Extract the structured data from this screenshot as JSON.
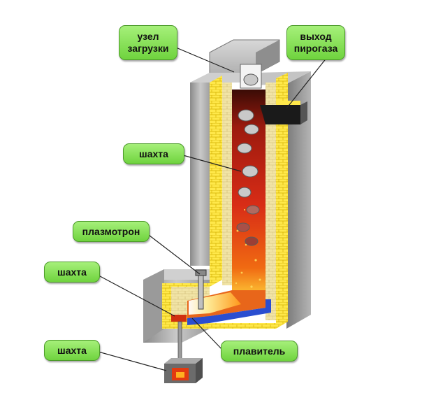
{
  "labels": {
    "loading_unit": "узел\nзагрузки",
    "syngas_outlet": "выход\nпирогаза",
    "shaft_main": "шахта",
    "plasmatron": "плазмотрон",
    "shaft_left": "шахта",
    "smelter": "плавитель",
    "shaft_bottom": "шахта"
  },
  "colors": {
    "callout_fill": "#84e04f",
    "casing": "#a9a9a9",
    "insulation": "#ffe000",
    "refractory": "#e8d58a",
    "hot_zone": "#d8281a",
    "melt_layer": "#2a4ed0"
  }
}
